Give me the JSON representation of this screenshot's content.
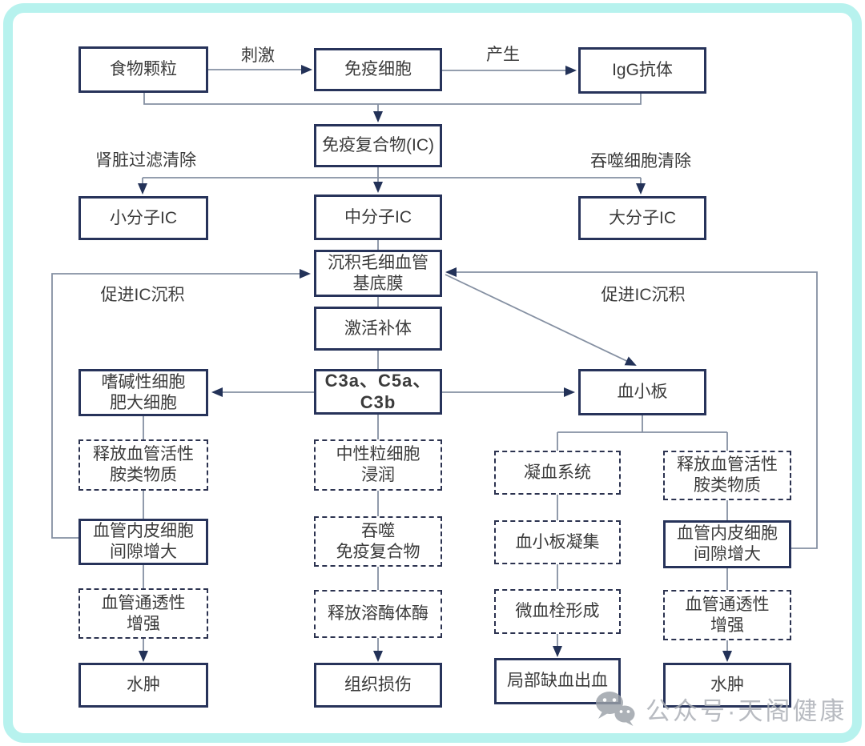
{
  "colors": {
    "frame_border": "#b7f2ee",
    "box_border": "#27335a",
    "connector_line": "#8590a2",
    "arrowhead": "#233258",
    "text": "#3b3b3b",
    "watermark": "#a9adb4"
  },
  "nodes": {
    "food": {
      "text": "食物颗粒"
    },
    "immune_cell": {
      "text": "免疫细胞"
    },
    "igg": {
      "text": "IgG抗体"
    },
    "ic": {
      "text": "免疫复合物(IC)"
    },
    "small_ic": {
      "text": "小分子IC"
    },
    "mid_ic": {
      "text": "中分子IC"
    },
    "large_ic": {
      "text": "大分子IC"
    },
    "deposit": {
      "text": "沉积毛细血管\n基底膜"
    },
    "complement": {
      "text": "激活补体"
    },
    "c3": {
      "text": "C3a、C5a、\nC3b"
    },
    "basophil": {
      "text": "嗜碱性细胞\n肥大细胞"
    },
    "platelet": {
      "text": "血小板"
    },
    "amine_left": {
      "text": "释放血管活性\n胺类物质"
    },
    "neutrophil": {
      "text": "中性粒细胞\n浸润"
    },
    "coagulation": {
      "text": "凝血系统"
    },
    "amine_right": {
      "text": "释放血管活性\n胺类物质"
    },
    "endothelial_left": {
      "text": "血管内皮细胞\n间隙增大"
    },
    "phagocytose": {
      "text": "吞噬\n免疫复合物"
    },
    "aggregation": {
      "text": "血小板凝集"
    },
    "endothelial_right": {
      "text": "血管内皮细胞\n间隙增大"
    },
    "permeability_left": {
      "text": "血管通透性\n增强"
    },
    "lysosome": {
      "text": "释放溶酶体酶"
    },
    "thrombus": {
      "text": "微血栓形成"
    },
    "permeability_right": {
      "text": "血管通透性\n增强"
    },
    "edema_left": {
      "text": "水肿"
    },
    "tissue_damage": {
      "text": "组织损伤"
    },
    "ischemia": {
      "text": "局部缺血出血"
    },
    "edema_right": {
      "text": "水肿"
    }
  },
  "edge_labels": {
    "stimulate": "刺激",
    "produce": "产生",
    "kidney_clearance": "肾脏过滤清除",
    "phagocyte_clearance": "吞噬细胞清除",
    "promote_ic_left": "促进IC沉积",
    "promote_ic_right": "促进IC沉积"
  },
  "watermark": {
    "icon": "wechat-icon",
    "text": "公众号·天阁健康"
  }
}
